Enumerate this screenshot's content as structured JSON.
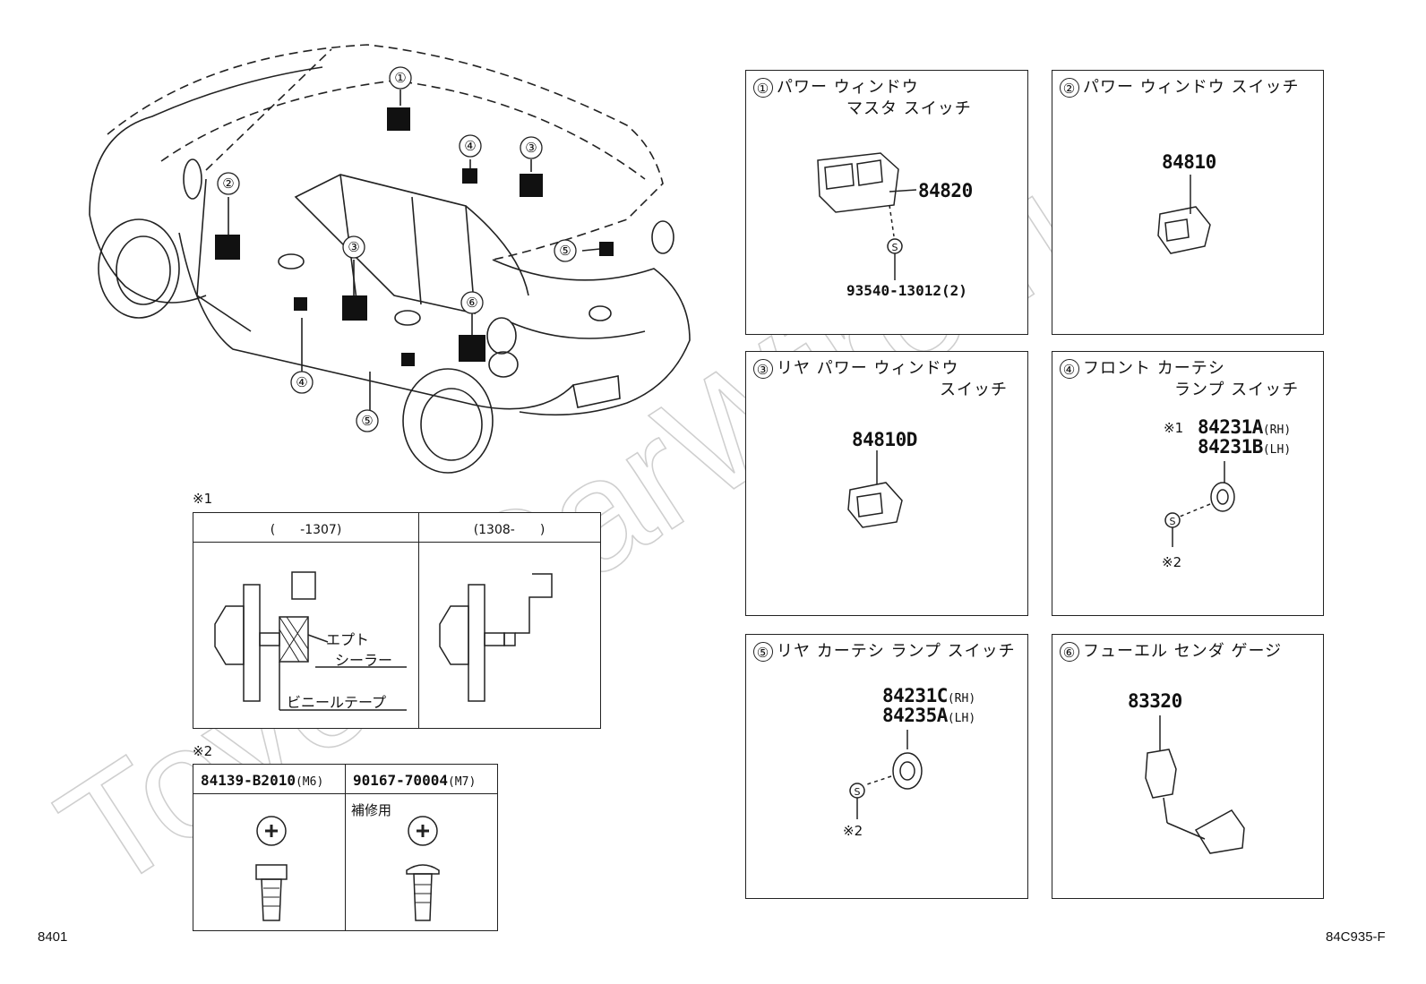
{
  "car": {
    "callouts": [
      "①",
      "②",
      "③",
      "④",
      "③",
      "⑤",
      "⑥",
      "④",
      "⑤"
    ]
  },
  "note1": {
    "mark": "※1",
    "col_left": "(　　-1307)",
    "col_right": "(1308-　　)",
    "label_ept": "エプト",
    "label_sealer": "シーラー",
    "label_tape": "ビニールテープ"
  },
  "note2": {
    "mark": "※2",
    "col_left": "84139-B2010",
    "col_left_size": "(M6)",
    "col_right": "90167-70004",
    "col_right_size": "(M7)",
    "repair": "補修用"
  },
  "boxes": {
    "b1": {
      "num": "①",
      "title1": "パワー ウィンドウ",
      "title2": "マスタ スイッチ",
      "part": "84820",
      "bolt": "93540-13012(2)",
      "s_mark": "S"
    },
    "b2": {
      "num": "②",
      "title1": "パワー ウィンドウ スイッチ",
      "part": "84810"
    },
    "b3": {
      "num": "③",
      "title1": "リヤ パワー ウィンドウ",
      "title2": "スイッチ",
      "part": "84810D"
    },
    "b4": {
      "num": "④",
      "title1": "フロント カーテシ",
      "title2": "ランプ スイッチ",
      "mark": "※1",
      "part_a": "84231A",
      "part_a_side": "(RH)",
      "part_b": "84231B",
      "part_b_side": "(LH)",
      "s_mark": "S",
      "note": "※2"
    },
    "b5": {
      "num": "⑤",
      "title1": "リヤ カーテシ ランプ スイッチ",
      "part_a": "84231C",
      "part_a_side": "(RH)",
      "part_b": "84235A",
      "part_b_side": "(LH)",
      "s_mark": "S",
      "note": "※2"
    },
    "b6": {
      "num": "⑥",
      "title1": "フューエル センダ ゲージ",
      "part": "83320"
    }
  },
  "footer": {
    "left": "8401",
    "right": "84C935-F"
  },
  "watermark": "ToyotaCarWire.ru"
}
